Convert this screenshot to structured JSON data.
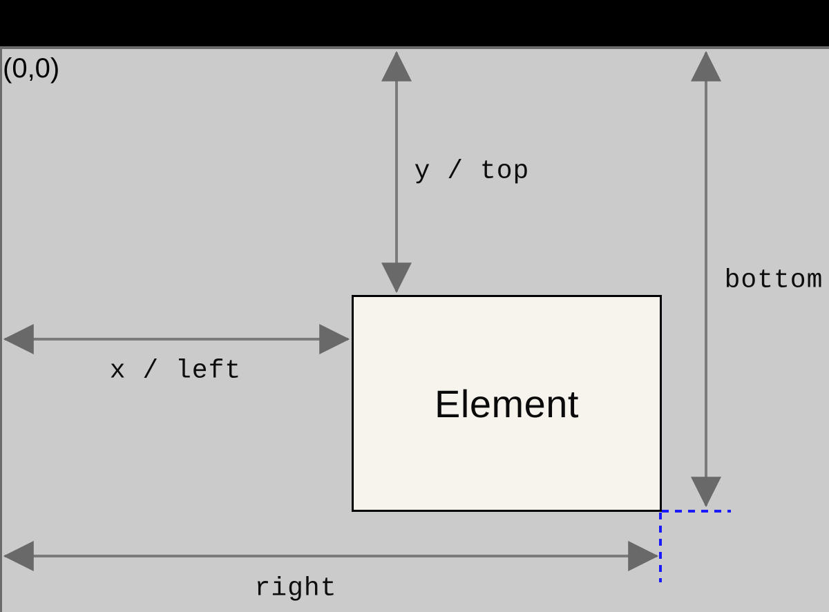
{
  "viewport": {
    "origin_label": "(0,0)"
  },
  "element": {
    "label": "Element"
  },
  "measurements": {
    "y_top": "y / top",
    "x_left": "x / left",
    "bottom": "bottom",
    "right": "right"
  },
  "colors": {
    "chrome_background": "#000000",
    "viewport_background": "#cbcbcb",
    "viewport_border": "#6b6b6b",
    "arrow_gray": "#7b7b7b",
    "arrowhead_gray": "#696969",
    "element_fill": "#f7f4ed",
    "element_border": "#000000",
    "guide_blue": "#1a1aff",
    "text_black": "#000000"
  }
}
